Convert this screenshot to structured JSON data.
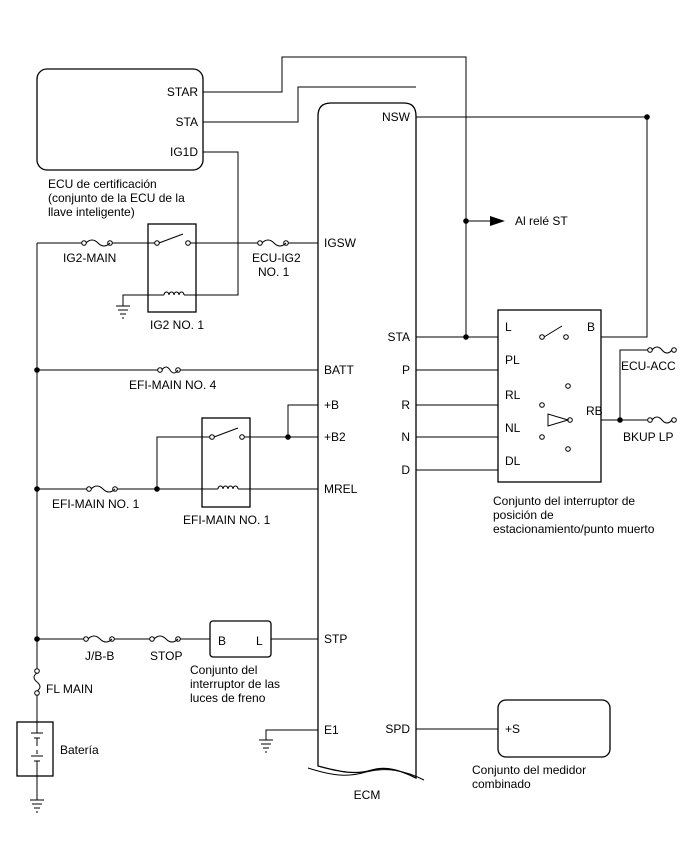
{
  "cert_ecu": {
    "pins": {
      "star": "STAR",
      "sta": "STA",
      "ig1d": "IG1D"
    },
    "caption": [
      "ECU de certificación",
      "(conjunto de la ECU de la",
      "llave inteligente)"
    ]
  },
  "ecm": {
    "label": "ECM",
    "left_pins": {
      "igsw": "IGSW",
      "batt": "BATT",
      "b": "+B",
      "b2": "+B2",
      "mrel": "MREL",
      "stp": "STP",
      "e1": "E1"
    },
    "right_pins": {
      "nsw": "NSW",
      "sta": "STA",
      "p": "P",
      "r": "R",
      "n": "N",
      "d": "D",
      "spd": "SPD"
    }
  },
  "fuses": {
    "ig2_main": "IG2-MAIN",
    "ecu_ig2": [
      "ECU-IG2",
      "NO. 1"
    ],
    "efi_main4": "EFI-MAIN NO. 4",
    "efi_main1": "EFI-MAIN NO. 1",
    "jb_b": "J/B-B",
    "stop": "STOP",
    "fl_main": "FL MAIN",
    "ecu_acc": "ECU-ACC",
    "bkup_lp": "BKUP LP"
  },
  "relays": {
    "ig2": "IG2 NO. 1",
    "efi": "EFI-MAIN NO. 1"
  },
  "st_relay": "Al relé ST",
  "park_switch": {
    "terminals": {
      "l": "L",
      "b": "B",
      "pl": "PL",
      "rl": "RL",
      "rb": "RB",
      "nl": "NL",
      "dl": "DL"
    },
    "caption": [
      "Conjunto del interruptor de",
      "posición de",
      "estacionamiento/punto muerto"
    ]
  },
  "stop_switch": {
    "terminals": {
      "b": "B",
      "l": "L"
    },
    "caption": [
      "Conjunto del",
      "interruptor de las",
      "luces de freno"
    ]
  },
  "meter": {
    "terminal": "+S",
    "caption": [
      "Conjunto del medidor",
      "combinado"
    ]
  },
  "battery": "Batería",
  "colors": {
    "line": "#000000",
    "background": "#ffffff"
  }
}
